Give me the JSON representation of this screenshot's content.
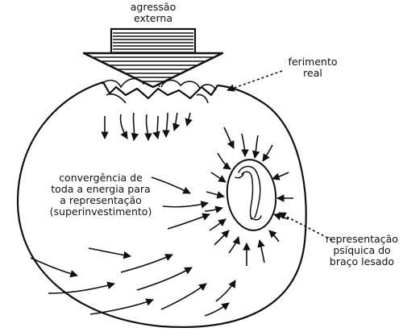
{
  "labels": {
    "external_aggression": [
      "agressão",
      "externa"
    ],
    "real_wound": [
      "ferimento",
      "real"
    ],
    "convergence": [
      "convergência de",
      "toda a energia para",
      "a representação",
      "(superinvestimento)"
    ],
    "injured_arm_representation": [
      "representação",
      "psíquica do",
      "braço lesado"
    ]
  }
}
